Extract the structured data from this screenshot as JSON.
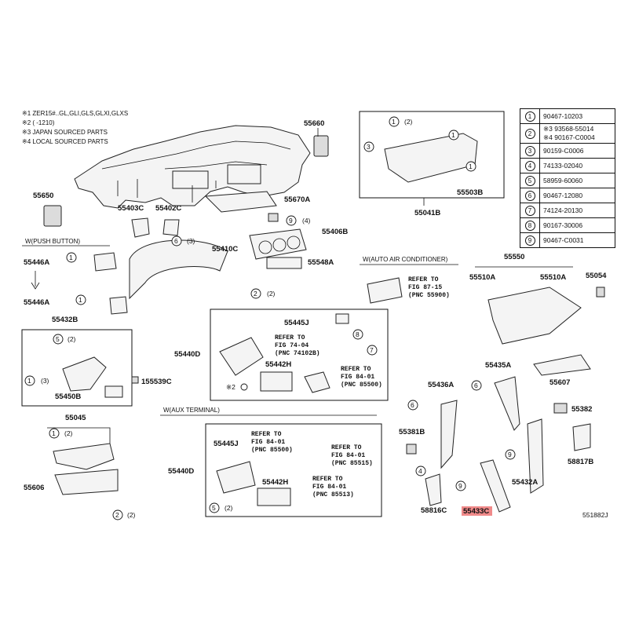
{
  "notes": [
    "※1 ZER15#..GL,GLI,GLS,GLXI,GLXS",
    "※2 (      -1210)",
    "※3 JAPAN SOURCED PARTS",
    "※4 LOCAL SOURCED PARTS"
  ],
  "legend": [
    {
      "n": "1",
      "v": "90467-10203"
    },
    {
      "n": "2",
      "v": "※3 93568-55014",
      "v2": "※4 90167-C0004"
    },
    {
      "n": "3",
      "v": "90159-C0006"
    },
    {
      "n": "4",
      "v": "74133-02040"
    },
    {
      "n": "5",
      "v": "58959-60060"
    },
    {
      "n": "6",
      "v": "90467-12080"
    },
    {
      "n": "7",
      "v": "74124-20130"
    },
    {
      "n": "8",
      "v": "90167-30006"
    },
    {
      "n": "9",
      "v": "90467-C0031"
    }
  ],
  "sections": {
    "push_button": "W(PUSH BUTTON)",
    "auto_ac": "W(AUTO AIR CONDITIONER)",
    "aux_terminal": "W(AUX TERMINAL)"
  },
  "labels": {
    "p55660": "55660",
    "p55650": "55650",
    "p55403c": "55403C",
    "p55402c": "55402C",
    "p55670a": "55670A",
    "p55410c": "55410C",
    "p55406b": "55406B",
    "p55548a": "55548A",
    "p55446a1": "55446A",
    "p55446a2": "55446A",
    "p55432b": "55432B",
    "p55450b": "55450B",
    "p155539c": "155539C",
    "p55440d1": "55440D",
    "p55445j1": "55445J",
    "p55442h1": "55442H",
    "p55045": "55045",
    "p55606": "55606",
    "p55440d2": "55440D",
    "p55445j2": "55445J",
    "p55442h2": "55442H",
    "p55041b": "55041B",
    "p55503b": "55503B",
    "p55550": "55550",
    "p55510a1": "55510A",
    "p55510a2": "55510A",
    "p55054": "55054",
    "p55435a": "55435A",
    "p55607": "55607",
    "p55436a": "55436A",
    "p55382": "55382",
    "p55381b": "55381B",
    "p58817b": "58817B",
    "p55432a": "55432A",
    "p58816c": "58816C",
    "p55433c": "55433C",
    "fig": "551882J"
  },
  "qty": {
    "q2": "(2)",
    "q3": "(3)",
    "q4": "(4)"
  },
  "refs": {
    "r1": [
      "REFER TO",
      "FIG 87-15",
      "(PNC 55900)"
    ],
    "r2": [
      "REFER TO",
      "FIG 74-04",
      "(PNC 74102B)"
    ],
    "r3": [
      "REFER TO",
      "FIG 84-01",
      "(PNC 85500)"
    ],
    "r4": [
      "REFER TO",
      "FIG 84-01",
      "(PNC 85500)"
    ],
    "r5": [
      "REFER TO",
      "FIG 84-01",
      "(PNC 85515)"
    ],
    "r6": [
      "REFER TO",
      "FIG 84-01",
      "(PNC 85513)"
    ]
  },
  "marks": {
    "x2": "※2"
  },
  "colors": {
    "highlight": "#f08a8a",
    "ink": "#111111"
  }
}
